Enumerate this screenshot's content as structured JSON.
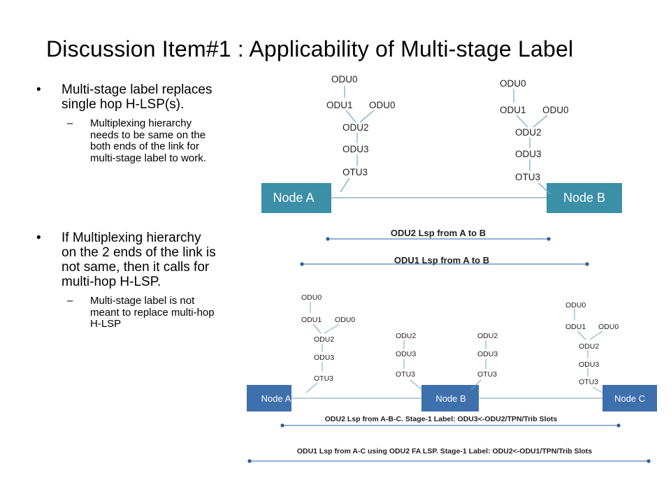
{
  "title": "Discussion Item#1 : Applicability of Multi-stage Label",
  "bullets": [
    {
      "text": "Multi-stage label replaces single hop H-LSP(s).",
      "sub": {
        "dash": "–",
        "text": "Multiplexing hierarchy needs to be same on the both ends of the link for multi-stage label to work."
      }
    },
    {
      "text": "If Multiplexing hierarchy on the 2 ends of the link is not same, then it calls for multi-hop H-LSP.",
      "sub": {
        "dash": "–",
        "text": "Multi-stage label is not meant to replace multi-hop H-LSP"
      }
    }
  ],
  "diagram_top": {
    "node_a": "Node A",
    "node_b": "Node B",
    "left_stack": {
      "odu0_top": "ODU0",
      "odu1": "ODU1",
      "odu0_side": "ODU0",
      "odu2": "ODU2",
      "odu3": "ODU3",
      "otu3": "OTU3"
    },
    "right_stack": {
      "odu0_top": "ODU0",
      "odu1": "ODU1",
      "odu0_side": "ODU0",
      "odu2": "ODU2",
      "odu3": "ODU3",
      "otu3": "OTU3"
    },
    "lsp1": "ODU2 Lsp from A to B",
    "lsp2": "ODU1 Lsp from A to B"
  },
  "diagram_bottom": {
    "node_a": "Node A",
    "node_b": "Node B",
    "node_c": "Node C",
    "stack_a": {
      "odu0_top": "ODU0",
      "odu1": "ODU1",
      "odu0_side": "ODU0",
      "odu2": "ODU2",
      "odu3": "ODU3",
      "otu3": "OTU3"
    },
    "stack_b_left": {
      "odu2": "ODU2",
      "odu3": "ODU3",
      "otu3": "OTU3"
    },
    "stack_b_right": {
      "odu2": "ODU2",
      "odu3": "ODU3",
      "otu3": "OTU3"
    },
    "stack_c": {
      "odu0_top": "ODU0",
      "odu1": "ODU1",
      "odu0_side": "ODU0",
      "odu2": "ODU2",
      "odu3": "ODU3",
      "otu3": "OTU3"
    },
    "lsp1": "ODU2 Lsp from A-B-C. Stage-1 Label: ODU3<-ODU2/TPN/Trib Slots",
    "lsp2": "ODU1 Lsp from A-C using ODU2 FA LSP. Stage-1 Label: ODU2<-ODU1/TPN/Trib Slots"
  },
  "colors": {
    "node_fill_top": "#3b8fa6",
    "node_fill_bottom": "#3e70ad",
    "arrow": "#4f81bd",
    "stem": "#6aa9c7"
  }
}
